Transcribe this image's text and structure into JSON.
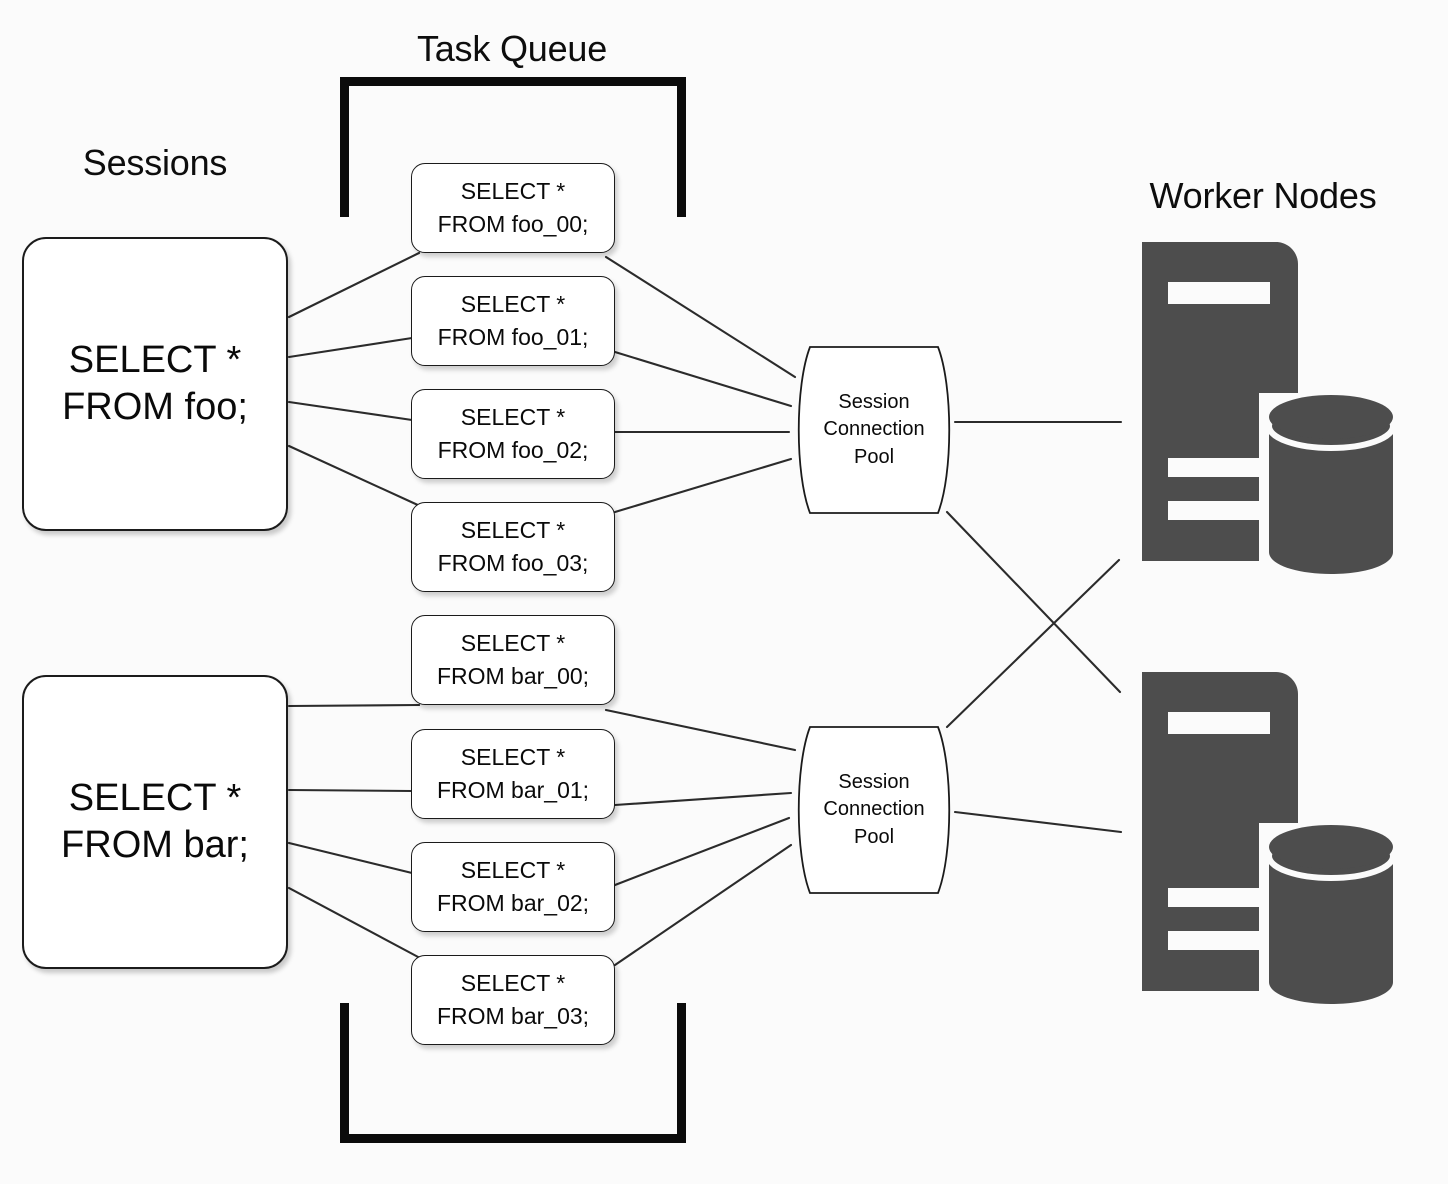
{
  "palette": {
    "background": "#fbfbfb",
    "stroke": "#1b1b1b",
    "bracket": "#0b0b0b",
    "worker_icon": "#4d4d4d",
    "box_fill": "#ffffff",
    "text": "#0a0a0a"
  },
  "labels": {
    "sessions": "Sessions",
    "task_queue": "Task Queue",
    "worker_nodes": "Worker Nodes"
  },
  "sessions": [
    {
      "id": "session-foo",
      "line1": "SELECT *",
      "line2": "FROM foo;"
    },
    {
      "id": "session-bar",
      "line1": "SELECT *",
      "line2": "FROM bar;"
    }
  ],
  "tasks": [
    {
      "id": "task-foo-00",
      "line1": "SELECT *",
      "line2": "FROM foo_00;"
    },
    {
      "id": "task-foo-01",
      "line1": "SELECT *",
      "line2": "FROM foo_01;"
    },
    {
      "id": "task-foo-02",
      "line1": "SELECT *",
      "line2": "FROM foo_02;"
    },
    {
      "id": "task-foo-03",
      "line1": "SELECT *",
      "line2": "FROM foo_03;"
    },
    {
      "id": "task-bar-00",
      "line1": "SELECT *",
      "line2": "FROM bar_00;"
    },
    {
      "id": "task-bar-01",
      "line1": "SELECT *",
      "line2": "FROM bar_01;"
    },
    {
      "id": "task-bar-02",
      "line1": "SELECT *",
      "line2": "FROM bar_02;"
    },
    {
      "id": "task-bar-03",
      "line1": "SELECT *",
      "line2": "FROM bar_03;"
    }
  ],
  "pools": [
    {
      "id": "pool-top",
      "line1": "Session",
      "line2": "Connection",
      "line3": "Pool"
    },
    {
      "id": "pool-bottom",
      "line1": "Session",
      "line2": "Connection",
      "line3": "Pool"
    }
  ],
  "workers": [
    {
      "id": "worker-node-1",
      "icon": "server-database-icon"
    },
    {
      "id": "worker-node-2",
      "icon": "server-database-icon"
    }
  ]
}
